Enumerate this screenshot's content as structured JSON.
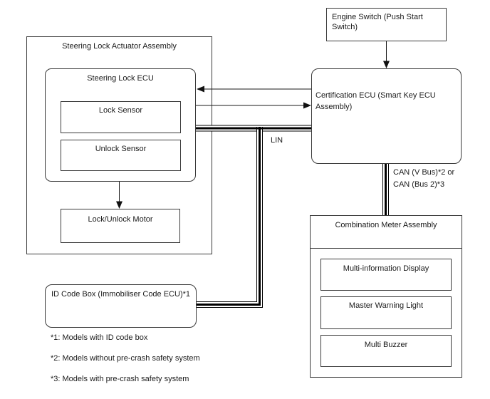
{
  "assembly": {
    "title": "Steering Lock Actuator Assembly"
  },
  "steering_lock_ecu": {
    "title": "Steering Lock ECU",
    "lock_sensor": "Lock Sensor",
    "unlock_sensor": "Unlock Sensor"
  },
  "motor": {
    "label": "Lock/Unlock Motor"
  },
  "engine_switch": {
    "label": "Engine Switch (Push Start Switch)"
  },
  "certification_ecu": {
    "label": "Certification ECU (Smart Key ECU Assembly)"
  },
  "id_code_box": {
    "label": "ID Code Box (Immobiliser Code ECU)*1"
  },
  "combination_meter": {
    "title": "Combination Meter Assembly",
    "items": [
      "Multi-information Display",
      "Master Warning Light",
      "Multi Buzzer"
    ]
  },
  "bus_labels": {
    "lin": "LIN",
    "can_line1": "CAN (V Bus)*2 or",
    "can_line2": "CAN (Bus 2)*3"
  },
  "footnotes": [
    "*1: Models with ID code box",
    "*2: Models without pre-crash safety system",
    "*3: Models with pre-crash safety system"
  ],
  "colors": {
    "line": "#1a1a1a",
    "bus": "#000000",
    "border": "#3a3a3a",
    "background": "#ffffff"
  }
}
